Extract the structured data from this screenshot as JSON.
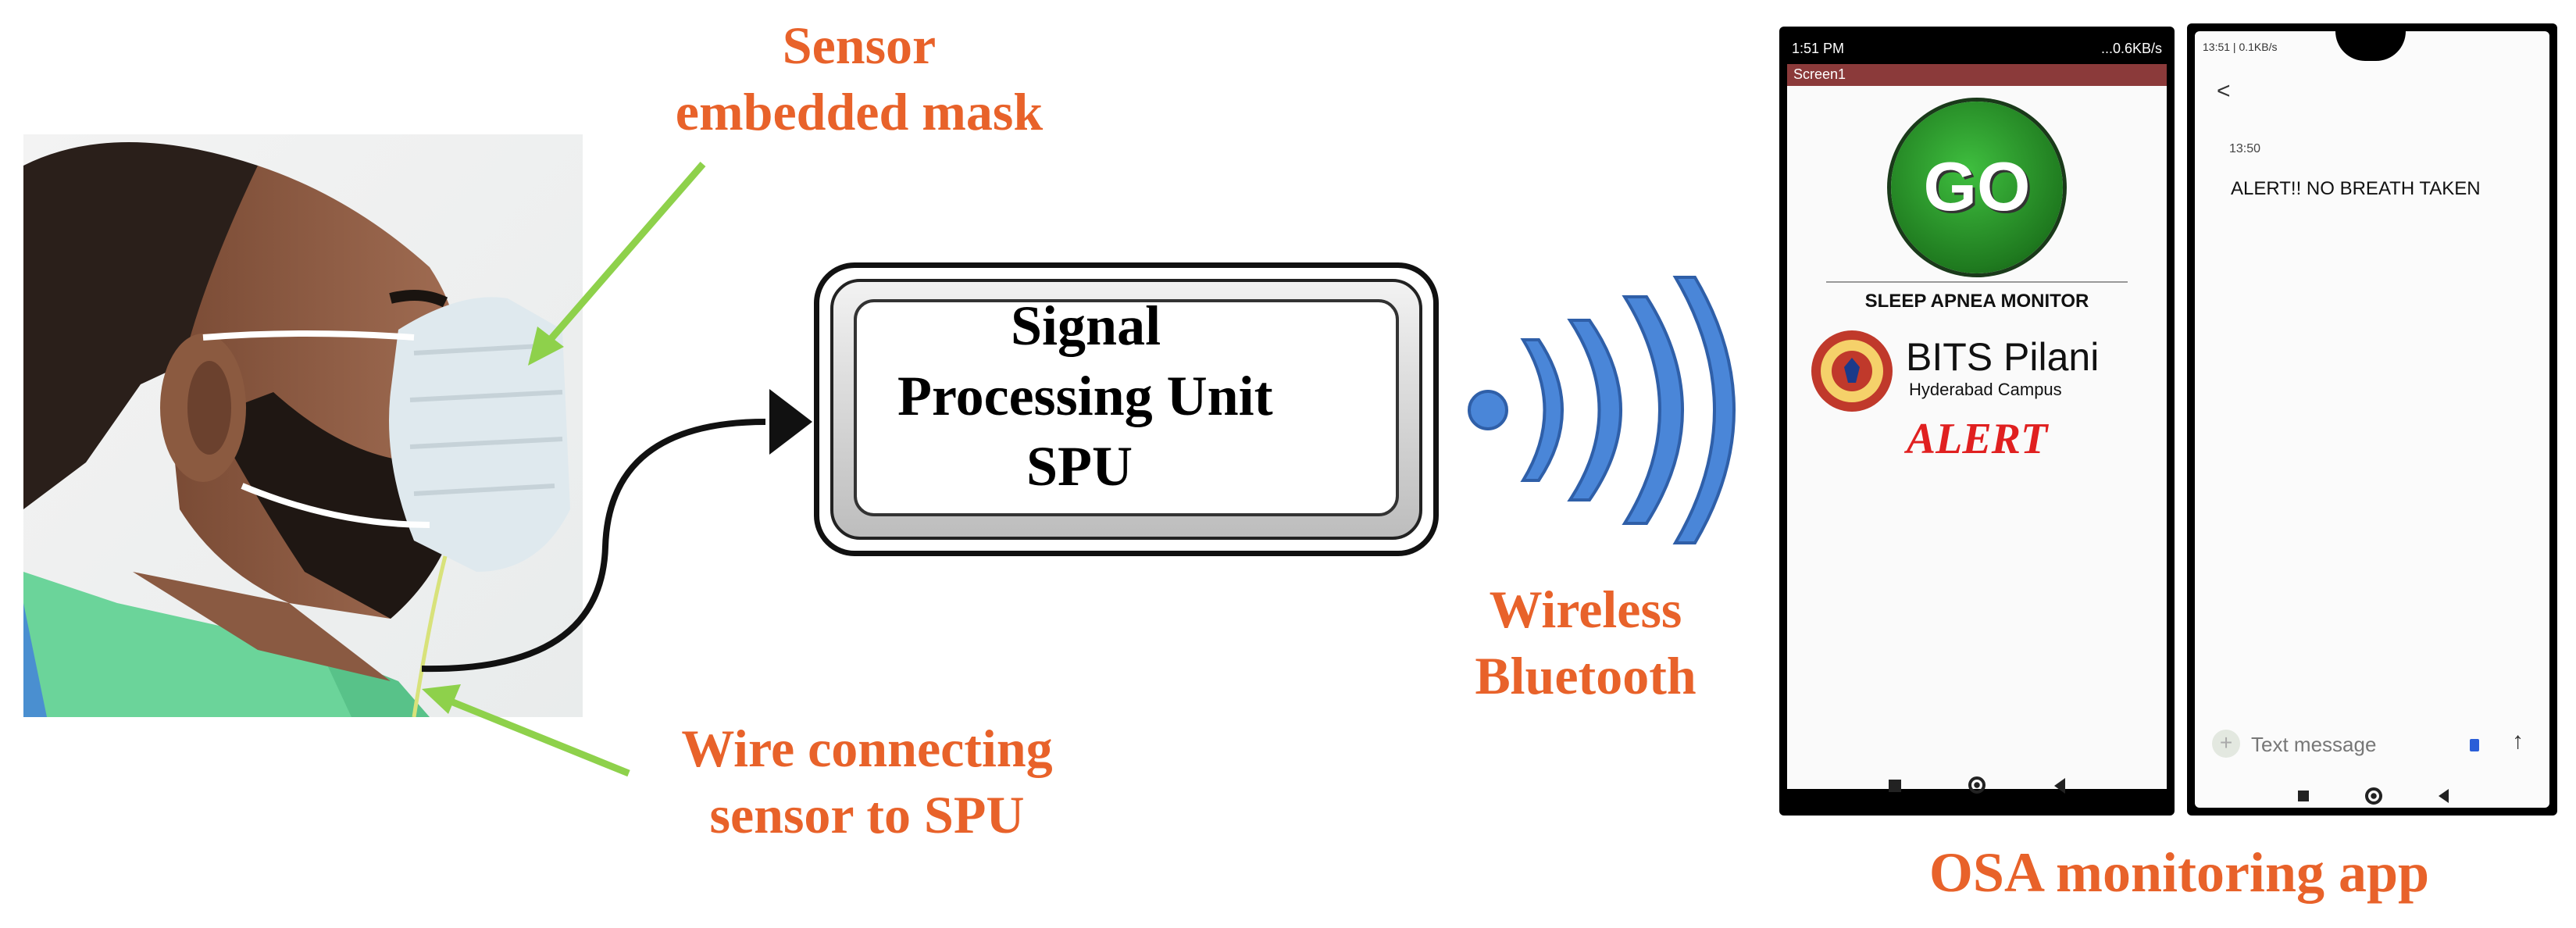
{
  "labels": {
    "sensor_mask": [
      "Sensor",
      "embedded mask"
    ],
    "wire": [
      "Wire connecting",
      "sensor to SPU"
    ],
    "wireless": [
      "Wireless",
      "Bluetooth"
    ],
    "app": "OSA monitoring app"
  },
  "spu": {
    "line1": "Signal",
    "line2": "Processing Unit",
    "line3": "SPU"
  },
  "phone1": {
    "status_time": "1:51 PM",
    "status_right": "...0.6KB/s",
    "screen_title": "Screen1",
    "go_button": "GO",
    "app_title": "SLEEP APNEA MONITOR",
    "institute_name": "BITS Pilani",
    "institute_campus": "Hyderabad Campus",
    "alert": "ALERT"
  },
  "phone2": {
    "status_left": "13:51 | 0.1KB/s",
    "back": "<",
    "message_time": "13:50",
    "message": "ALERT!! NO BREATH TAKEN",
    "input_placeholder": "Text message"
  },
  "colors": {
    "label_orange": "#e8622a",
    "arrow_green": "#8ed14b",
    "bluetooth_blue": "#4a86d8",
    "go_green": "#2f9e2f",
    "alert_red": "#e02020"
  },
  "icons": [
    "person-photo",
    "bluetooth-wave-icon",
    "bits-logo-icon",
    "home-nav-icon",
    "back-nav-icon",
    "recent-nav-icon",
    "send-icon",
    "add-icon"
  ]
}
